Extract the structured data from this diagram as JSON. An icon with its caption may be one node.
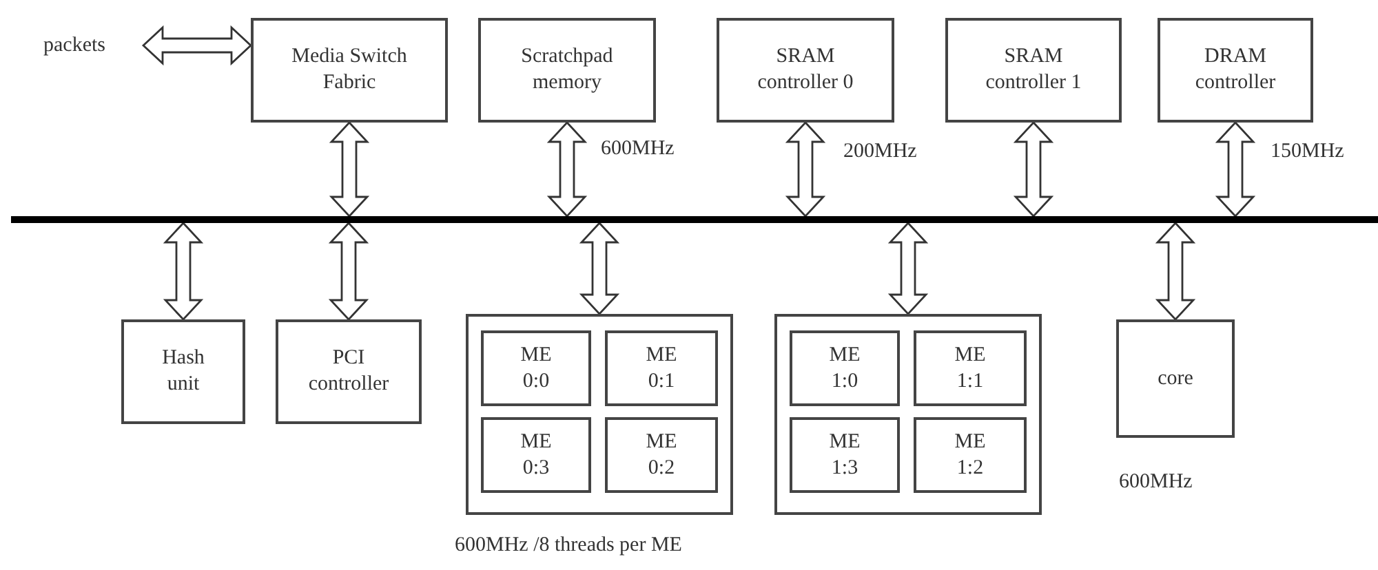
{
  "diagram": {
    "nodes": [
      {
        "text": [
          "packets"
        ]
      },
      {
        "text": [
          "Media Switch Fabric"
        ]
      },
      {
        "text": [
          "Scratchpad memory"
        ]
      },
      {
        "text": [
          "SRAM controller 0"
        ]
      },
      {
        "text": [
          "SRAM controller 1"
        ]
      },
      {
        "text": [
          "DRAM controller"
        ]
      },
      {
        "text": [],
        "shape": "bar"
      },
      {
        "text": [
          "Hash unit"
        ]
      },
      {
        "text": [
          "PCI controller"
        ]
      },
      {
        "text": [],
        "shape": "box"
      },
      {
        "text": [
          "ME 0:0"
        ],
        "in": 9
      },
      {
        "text": [
          "ME 0:1"
        ],
        "in": 9
      },
      {
        "text": [
          "ME 0:3"
        ],
        "in": 9
      },
      {
        "text": [
          "ME 0:2"
        ],
        "in": 9
      },
      {
        "text": [],
        "shape": "box"
      },
      {
        "text": [
          "ME 1:0"
        ],
        "in": 14
      },
      {
        "text": [
          "ME 1:1"
        ],
        "in": 14
      },
      {
        "text": [
          "ME 1:3"
        ],
        "in": 14
      },
      {
        "text": [
          "ME 1:2"
        ],
        "in": 14
      },
      {
        "text": [
          "core"
        ],
        "beside": [
          "600MHz"
        ]
      }
    ],
    "edges": [
      {
        "from": 0,
        "to": 1,
        "arrow": "both"
      },
      {
        "from": 1,
        "to": 6,
        "arrow": "both"
      },
      {
        "from": 2,
        "to": 6,
        "arrow": "both"
      },
      {
        "from": 3,
        "to": 6,
        "arrow": "both"
      },
      {
        "from": 4,
        "to": 6,
        "arrow": "both"
      },
      {
        "from": 5,
        "to": 6,
        "arrow": "both"
      },
      {
        "from": 6,
        "to": 7,
        "arrow": "both"
      },
      {
        "from": 6,
        "to": 8,
        "arrow": "both"
      },
      {
        "from": 6,
        "to": 9,
        "arrow": "both"
      },
      {
        "from": 6,
        "to": 14,
        "arrow": "both"
      },
      {
        "from": 6,
        "to": 19,
        "arrow": "both"
      }
    ],
    "labels": [
      "600MHz",
      "200MHz",
      "150MHz",
      "600MHz /8 threads per ME"
    ]
  }
}
